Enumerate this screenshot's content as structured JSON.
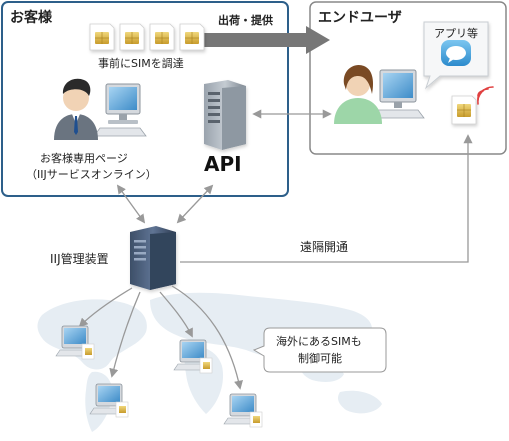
{
  "customer": {
    "title": "お客様",
    "procure_label": "事前にSIMを調達",
    "portal_line1": "お客様専用ページ",
    "portal_line2": "（IIJサービスオンライン）",
    "api_label": "API"
  },
  "end_user": {
    "title": "エンドユーザ",
    "app_label": "アプリ等"
  },
  "flows": {
    "ship_label": "出荷・提供",
    "remote_label": "遠隔開通"
  },
  "management": {
    "device_label": "IIJ管理装置"
  },
  "overseas": {
    "callout_line1": "海外にあるSIMも",
    "callout_line2": "制御可能"
  },
  "colors": {
    "customer_border": "#2d5f8a",
    "end_user_border": "#888888",
    "big_arrow": "#777777",
    "connector": "#999999",
    "sim_gold": "#d9b84a",
    "app_bubble": "#43a5dd",
    "signal": "#e04040",
    "map_fill": "#e6edf3"
  },
  "icons": {
    "sim": "sim-card-icon",
    "server": "server-tower-icon",
    "pc": "desktop-computer-icon",
    "app": "chat-bubble-icon",
    "signal": "wireless-signal-icon",
    "map": "world-map"
  }
}
